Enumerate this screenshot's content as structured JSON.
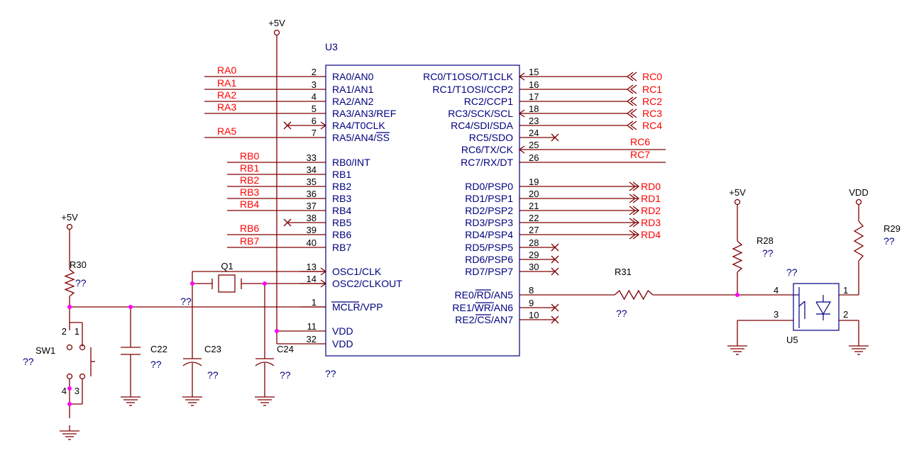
{
  "ic": {
    "ref": "U3",
    "value": "??",
    "left_pins": [
      {
        "num": "2",
        "name": "RA0/AN0",
        "net": "RA0"
      },
      {
        "num": "3",
        "name": "RA1/AN1",
        "net": "RA1"
      },
      {
        "num": "4",
        "name": "RA2/AN2",
        "net": "RA2"
      },
      {
        "num": "5",
        "name": "RA3/AN3/REF",
        "net": "RA3"
      },
      {
        "num": "6",
        "name": "RA4/T0CLK",
        "net": ""
      },
      {
        "num": "7",
        "name": "RA5/AN4/SS",
        "net": "RA5"
      },
      {
        "num": "33",
        "name": "RB0/INT",
        "net": "RB0"
      },
      {
        "num": "34",
        "name": "RB1",
        "net": "RB1"
      },
      {
        "num": "35",
        "name": "RB2",
        "net": "RB2"
      },
      {
        "num": "36",
        "name": "RB3",
        "net": "RB3"
      },
      {
        "num": "37",
        "name": "RB4",
        "net": "RB4"
      },
      {
        "num": "38",
        "name": "RB5",
        "net": ""
      },
      {
        "num": "39",
        "name": "RB6",
        "net": "RB6"
      },
      {
        "num": "40",
        "name": "RB7",
        "net": "RB7"
      },
      {
        "num": "13",
        "name": "OSC1/CLK",
        "net": ""
      },
      {
        "num": "14",
        "name": "OSC2/CLKOUT",
        "net": ""
      },
      {
        "num": "1",
        "name": "MCLR/VPP",
        "net": ""
      },
      {
        "num": "11",
        "name": "VDD",
        "net": ""
      },
      {
        "num": "32",
        "name": "VDD",
        "net": ""
      }
    ],
    "right_pins": [
      {
        "num": "15",
        "name": "RC0/T1OSO/T1CLK",
        "net": "RC0"
      },
      {
        "num": "16",
        "name": "RC1/T1OSI/CCP2",
        "net": "RC1"
      },
      {
        "num": "17",
        "name": "RC2/CCP1",
        "net": "RC2"
      },
      {
        "num": "18",
        "name": "RC3/SCK/SCL",
        "net": "RC3"
      },
      {
        "num": "23",
        "name": "RC4/SDI/SDA",
        "net": "RC4"
      },
      {
        "num": "24",
        "name": "RC5/SDO",
        "net": ""
      },
      {
        "num": "25",
        "name": "RC6/TX/CK",
        "net": "RC6"
      },
      {
        "num": "26",
        "name": "RC7/RX/DT",
        "net": "RC7"
      },
      {
        "num": "19",
        "name": "RD0/PSP0",
        "net": "RD0"
      },
      {
        "num": "20",
        "name": "RD1/PSP1",
        "net": "RD1"
      },
      {
        "num": "21",
        "name": "RD2/PSP2",
        "net": "RD2"
      },
      {
        "num": "22",
        "name": "RD3/PSP3",
        "net": "RD3"
      },
      {
        "num": "27",
        "name": "RD4/PSP4",
        "net": "RD4"
      },
      {
        "num": "28",
        "name": "RD5/PSP5",
        "net": ""
      },
      {
        "num": "29",
        "name": "RD6/PSP6",
        "net": ""
      },
      {
        "num": "30",
        "name": "RD7/PSP7",
        "net": ""
      },
      {
        "num": "8",
        "name": "RE0/RD/AN5",
        "net": ""
      },
      {
        "num": "9",
        "name": "RE1/WR/AN6",
        "net": ""
      },
      {
        "num": "10",
        "name": "RE2/CS/AN7",
        "net": ""
      }
    ]
  },
  "power": {
    "v5": "+5V",
    "vdd": "VDD"
  },
  "components": {
    "r30": {
      "ref": "R30",
      "value": "??"
    },
    "r31": {
      "ref": "R31",
      "value": "??"
    },
    "r28": {
      "ref": "R28",
      "value": "??"
    },
    "r29": {
      "ref": "R29",
      "value": "??"
    },
    "c22": {
      "ref": "C22",
      "value": "??"
    },
    "c23": {
      "ref": "C23",
      "value": "??"
    },
    "c24": {
      "ref": "C24",
      "value": "??"
    },
    "q1": {
      "ref": "Q1",
      "value": "??"
    },
    "sw1": {
      "ref": "SW1",
      "value": "??",
      "pins": [
        "2",
        "1",
        "4",
        "3"
      ]
    },
    "u5": {
      "ref": "U5",
      "value": "??",
      "pins": [
        "4",
        "3",
        "1",
        "2"
      ]
    }
  },
  "colors": {
    "wire": "#800000",
    "body": "#000080",
    "net": "#ff0000",
    "junction": "#ff00ff"
  }
}
